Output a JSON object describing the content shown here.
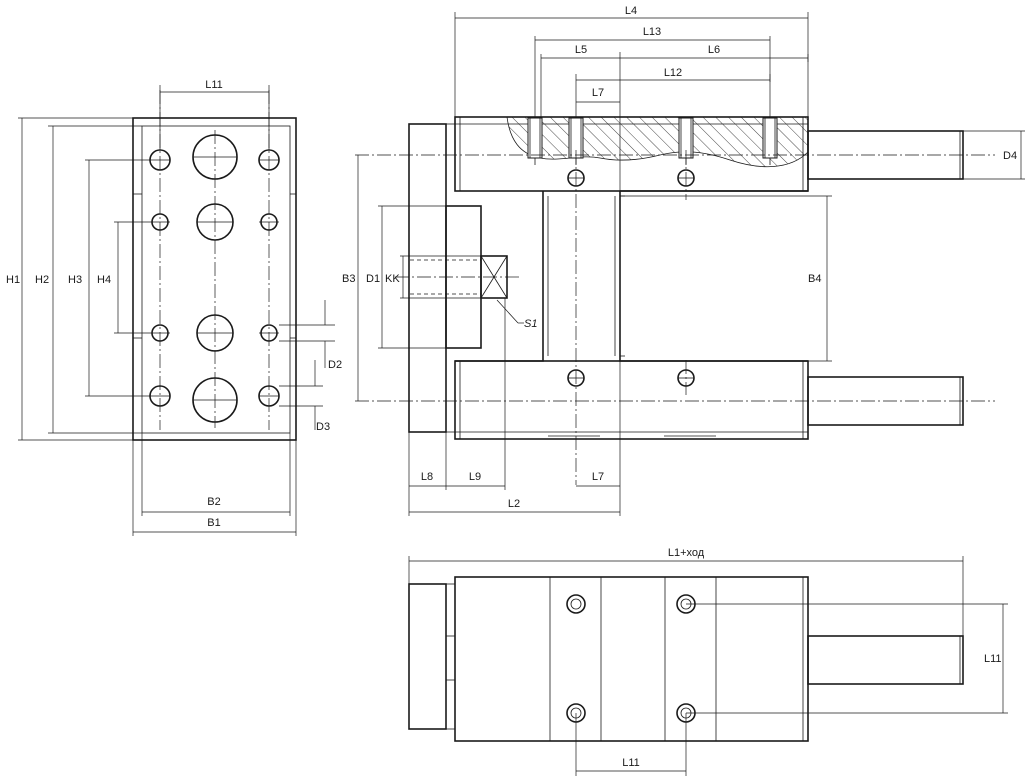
{
  "labels": {
    "l11_top": "L11",
    "h1": "H1",
    "h2": "H2",
    "h3": "H3",
    "h4": "H4",
    "d2": "D2",
    "d3": "D3",
    "b2": "B2",
    "b1": "B1",
    "l4": "L4",
    "l13": "L13",
    "l5": "L5",
    "l6": "L6",
    "l12": "L12",
    "l7_top": "L7",
    "d4": "D4",
    "b3": "B3",
    "d1": "D1",
    "kk": "KK",
    "s1": "S1",
    "b4": "B4",
    "l8": "L8",
    "l9": "L9",
    "l7_bottom": "L7",
    "l2": "L2",
    "l1_stroke": "L1+ход",
    "l11_right": "L11",
    "l11_bottom": "L11"
  }
}
